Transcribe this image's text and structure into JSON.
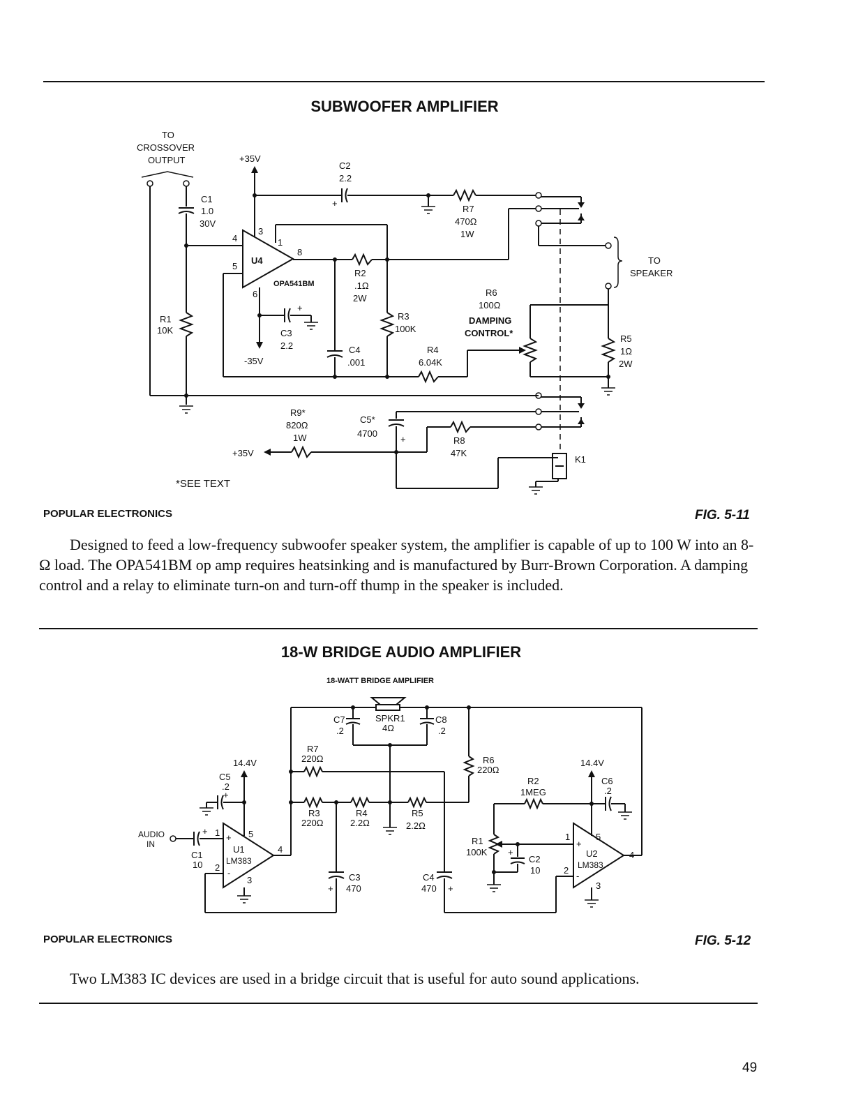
{
  "figure1": {
    "title": "SUBWOOFER AMPLIFIER",
    "source": "POPULAR ELECTRONICS",
    "fig_label": "FIG. 5-11",
    "caption": "Designed to feed a low-frequency subwoofer speaker system, the amplifier is capable of up to 100 W into an 8-Ω load. The OPA541BM op amp requires heatsinking and is manufactured by Burr-Brown Corporation. A damping control and a relay to eliminate turn-on and turn-off thump in the speaker is included.",
    "labels": {
      "input_l1": "TO",
      "input_l2": "CROSSOVER",
      "input_l3": "OUTPUT",
      "vplus": "+35V",
      "vminus": "-35V",
      "c1_name": "C1",
      "c1_v1": "1.0",
      "c1_v2": "30V",
      "c2_name": "C2",
      "c2_val": "2.2",
      "c3_name": "C3",
      "c3_val": "2.2",
      "c4_name": "C4",
      "c4_val": ".001",
      "c5_name": "C5*",
      "c5_val": "4700",
      "r1_name": "R1",
      "r1_val": "10K",
      "r2_name": "R2",
      "r2_v1": ".1Ω",
      "r2_v2": "2W",
      "r3_name": "R3",
      "r3_val": "100K",
      "r4_name": "R4",
      "r4_val": "6.04K",
      "r5_name": "R5",
      "r5_v1": "1Ω",
      "r5_v2": "2W",
      "r6_name": "R6",
      "r6_val": "100Ω",
      "r6_l1": "DAMPING",
      "r6_l2": "CONTROL*",
      "r7_name": "R7",
      "r7_v1": "470Ω",
      "r7_v2": "1W",
      "r8_name": "R8",
      "r8_val": "47K",
      "r9_name": "R9*",
      "r9_v1": "820Ω",
      "r9_v2": "1W",
      "r9_supply": "+35V",
      "u4_name": "U4",
      "u4_part": "OPA541BM",
      "pin1": "1",
      "pin3": "3",
      "pin4": "4",
      "pin5": "5",
      "pin6": "6",
      "pin8": "8",
      "k1_name": "K1",
      "spk_l1": "TO",
      "spk_l2": "SPEAKER",
      "see_text": "*SEE TEXT",
      "plus": "+"
    }
  },
  "figure2": {
    "title": "18-W BRIDGE AUDIO AMPLIFIER",
    "subtitle": "18-WATT BRIDGE AMPLIFIER",
    "source": "POPULAR ELECTRONICS",
    "fig_label": "FIG. 5-12",
    "caption": "Two LM383 IC devices are used in a bridge circuit that is useful for auto sound applications.",
    "labels": {
      "spkr_name": "SPKR1",
      "spkr_val": "4Ω",
      "c1_name": "C1",
      "c1_val": "10",
      "c2_name": "C2",
      "c2_val": "10",
      "c3_name": "C3",
      "c3_val": "470",
      "c4_name": "C4",
      "c4_val": "470",
      "c5_name": "C5",
      "c5_val": ".2",
      "c6_name": "C6",
      "c6_val": ".2",
      "c7_name": "C7",
      "c7_val": ".2",
      "c8_name": "C8",
      "c8_val": ".2",
      "r1_name": "R1",
      "r1_val": "100K",
      "r2_name": "R2",
      "r2_val": "1MEG",
      "r3_name": "R3",
      "r3_val": "220Ω",
      "r4_name": "R4",
      "r4_val": "2.2Ω",
      "r5_name": "R5",
      "r5_val": "2.2Ω",
      "r6_name": "R6",
      "r6_val": "220Ω",
      "r7_name": "R7",
      "r7_val": "220Ω",
      "v1": "14.4V",
      "v2": "14.4V",
      "audio_l1": "AUDIO",
      "audio_l2": "IN",
      "u1_name": "U1",
      "u1_part": "LM383",
      "u2_name": "U2",
      "u2_part": "LM383",
      "p1": "1",
      "p2": "2",
      "p3": "3",
      "p4": "4",
      "p5": "5",
      "plus": "+",
      "minus": "-"
    }
  },
  "page_number": "49"
}
